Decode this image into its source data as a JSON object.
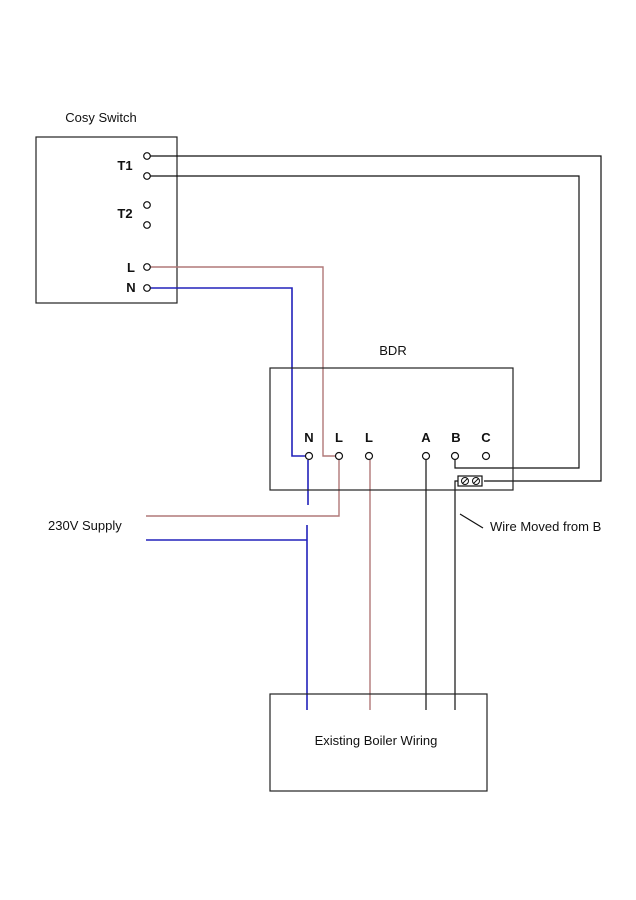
{
  "diagram": {
    "colors": {
      "neutral_wire": "#2222bb",
      "live_wire": "#b07878",
      "switch_wire": "#111111",
      "outline": "#222222"
    },
    "cosy_switch": {
      "title": "Cosy Switch",
      "terminals": [
        {
          "label": "T1",
          "pins": 2
        },
        {
          "label": "T2",
          "pins": 2
        },
        {
          "label": "L",
          "pins": 1
        },
        {
          "label": "N",
          "pins": 1
        }
      ]
    },
    "bdr": {
      "title": "BDR",
      "terminals": [
        "N",
        "L",
        "L",
        "A",
        "B",
        "C"
      ],
      "connector_block": "terminal-block-icon"
    },
    "supply": {
      "label": "230V Supply"
    },
    "annotation": {
      "text": "Wire Moved from B"
    },
    "boiler": {
      "label": "Existing Boiler Wiring"
    }
  }
}
